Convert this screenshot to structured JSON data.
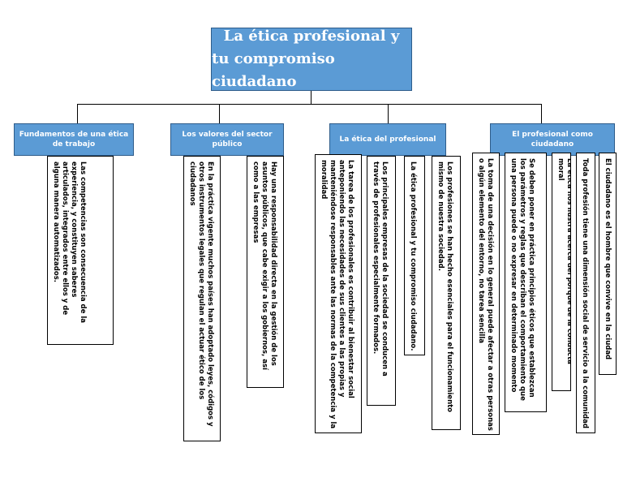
{
  "title": {
    "line1": "La ética profesional y",
    "line2": "tu compromiso ciudadano"
  },
  "branches": [
    {
      "label": "Fundamentos de una ética de trabajo"
    },
    {
      "label": "Los valores del sector público"
    },
    {
      "label": "La ética del profesional"
    },
    {
      "label": "El profesional como ciudadano"
    }
  ],
  "cards": [
    {
      "text": "Las competencias son consecuencia de la experiencia, y constituyen saberes articulados, integrados entre ellos y de alguna manera automatizados."
    },
    {
      "text": "En la práctica vigente muchos países han adoptado leyes, códigos y otros instrumentos legales que regulan el actuar ético de los ciudadanos"
    },
    {
      "text": "Hay una responsabilidad directa en la gestión de los asuntos públicos, que cabe exigir a los gobiernos, así como a las empresas"
    },
    {
      "text": "La tarea de los profesionales es contribuir al bienestar social anteponiendo las necesidades de sus clientes a las propias y manteniéndose responsables ante las normas de la competencia y la moralidad"
    },
    {
      "text": "Los principales empresas de la sociedad se conducen a través de profesionales especialmente formados."
    },
    {
      "text": "La ética profesional y tu compromiso ciudadano."
    },
    {
      "text": "Los profesiones se han hecho esenciales para el funcionamiento mismo de nuestra sociedad."
    },
    {
      "text": "La toma de una decisión en lo general puede afectar a otras personas o algún elemento del entorno, no tarea sencilla"
    },
    {
      "text": "Se deben poner en práctica principios éticos que establezcan los parámetros y reglas que describan el comportamiento que una persona puede o no expresar en determinado momento"
    },
    {
      "text": "La ética nos ilustra acerca del porqué de la conducta moral"
    },
    {
      "text": "Toda profesión tiene una dimensión social de servicio a la comunidad"
    },
    {
      "text": "El ciudadano es el hombre que convive en la ciudad"
    }
  ]
}
